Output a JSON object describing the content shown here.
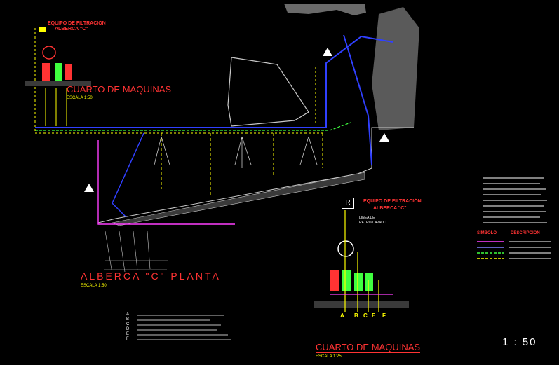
{
  "top_left": {
    "equipment_title_1": "EQUIPO DE FILTRACIÓN",
    "equipment_title_2": "ALBERCA \"C\"",
    "room_title": "CUARTO DE MAQUINAS",
    "room_scale": "ESCALA 1:50"
  },
  "pool_plan": {
    "title": "ALBERCA \"C\" PLANTA",
    "scale": "ESCALA 1:50"
  },
  "bottom_right": {
    "marker": "R",
    "equipment_title_1": "EQUIPO DE FILTRACIÓN",
    "equipment_title_2": "ALBERCA \"C\"",
    "line_label_1": "LINEA DE",
    "line_label_2": "RETRO-LAVADO",
    "room_title": "CUARTO DE MAQUINAS",
    "room_scale": "ESCALA 1:25",
    "pipe_letters": [
      "A",
      "B",
      "C",
      "E",
      "F"
    ]
  },
  "legend_letters": [
    "A",
    "B",
    "C",
    "D",
    "E",
    "F"
  ],
  "symbol_table": {
    "col_symbol": "SIMBOLO",
    "col_description": "DESCRIPCION",
    "rows": [
      {
        "color": "#ff3fff",
        "dashed": false
      },
      {
        "color": "#7f7fff",
        "dashed": false
      },
      {
        "color": "#3fff3f",
        "dashed": true
      },
      {
        "color": "#ffff00",
        "dashed": true
      }
    ]
  },
  "scale_ratio": "1 : 50",
  "colors": {
    "background": "#000000",
    "title_red": "#ff3333",
    "title_yellow": "#ffff00",
    "pipe_blue": "#3040ff",
    "pipe_magenta": "#ff3fff",
    "pipe_green": "#3fff3f",
    "pipe_cyan": "#00ffff",
    "outline_gray": "#c8c8c8"
  }
}
